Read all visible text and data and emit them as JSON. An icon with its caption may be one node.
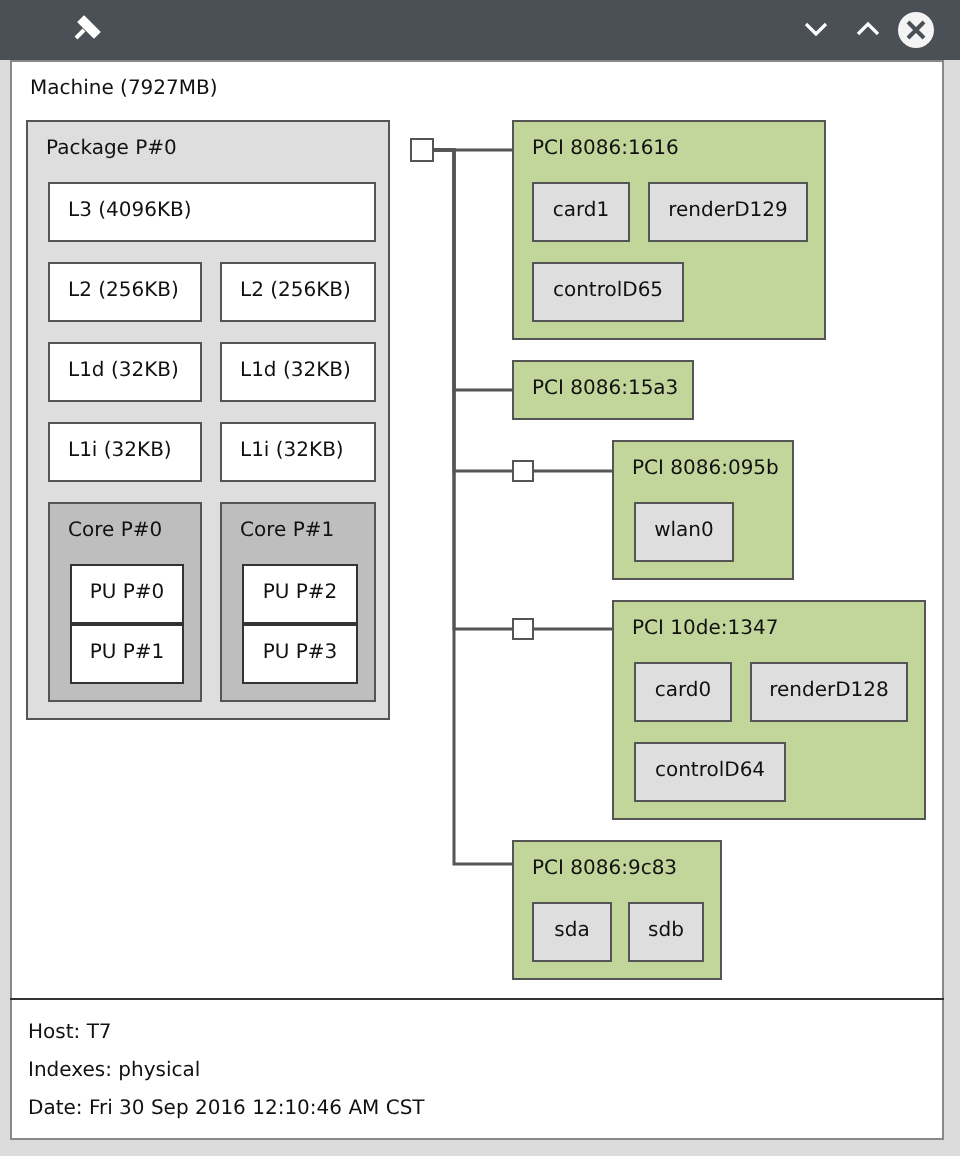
{
  "diagram": {
    "nodes": [
      {
        "text": [
          "Machine (7927MB)"
        ]
      },
      {
        "text": [
          "Package P#0"
        ],
        "in": 0
      },
      {
        "text": [
          "L3 (4096KB)"
        ],
        "in": 1
      },
      {
        "text": [
          "L2 (256KB)"
        ],
        "in": 1
      },
      {
        "text": [
          "L2 (256KB)"
        ],
        "in": 1
      },
      {
        "text": [
          "L1d (32KB)"
        ],
        "in": 1
      },
      {
        "text": [
          "L1d (32KB)"
        ],
        "in": 1
      },
      {
        "text": [
          "L1i (32KB)"
        ],
        "in": 1
      },
      {
        "text": [
          "L1i (32KB)"
        ],
        "in": 1
      },
      {
        "text": [
          "Core P#0"
        ],
        "in": 1
      },
      {
        "text": [
          "PU P#0"
        ],
        "in": 9
      },
      {
        "text": [
          "PU P#1"
        ],
        "in": 9
      },
      {
        "text": [
          "Core P#1"
        ],
        "in": 1
      },
      {
        "text": [
          "PU P#2"
        ],
        "in": 12
      },
      {
        "text": [
          "PU P#3"
        ],
        "in": 12
      },
      {
        "text": [],
        "shape": "box",
        "in": 0
      },
      {
        "text": [
          "PCI 8086:1616"
        ],
        "in": 0
      },
      {
        "text": [
          "card1"
        ],
        "in": 16
      },
      {
        "text": [
          "renderD129"
        ],
        "in": 16
      },
      {
        "text": [
          "controlD65"
        ],
        "in": 16
      },
      {
        "text": [
          "PCI 8086:15a3"
        ],
        "in": 0
      },
      {
        "text": [],
        "shape": "box",
        "in": 0
      },
      {
        "text": [
          "PCI 8086:095b"
        ],
        "in": 0
      },
      {
        "text": [
          "wlan0"
        ],
        "in": 22
      },
      {
        "text": [],
        "shape": "box",
        "in": 0
      },
      {
        "text": [
          "PCI 10de:1347"
        ],
        "in": 0
      },
      {
        "text": [
          "card0"
        ],
        "in": 25
      },
      {
        "text": [
          "renderD128"
        ],
        "in": 25
      },
      {
        "text": [
          "controlD64"
        ],
        "in": 25
      },
      {
        "text": [
          "PCI 8086:9c83"
        ],
        "in": 0
      },
      {
        "text": [
          "sda"
        ],
        "in": 29
      },
      {
        "text": [
          "sdb"
        ],
        "in": 29
      }
    ],
    "edges": [
      {
        "from": 15,
        "to": 16,
        "arrow": "none"
      },
      {
        "from": 15,
        "to": 20,
        "arrow": "none"
      },
      {
        "from": 15,
        "to": 21,
        "arrow": "none"
      },
      {
        "from": 15,
        "to": 24,
        "arrow": "none"
      },
      {
        "from": 15,
        "to": 29,
        "arrow": "none"
      },
      {
        "from": 21,
        "to": 22,
        "arrow": "none"
      },
      {
        "from": 24,
        "to": 25,
        "arrow": "none"
      }
    ],
    "labels": [
      "Host: T7",
      "Indexes: physical",
      "Date: Fri 30 Sep 2016 12:10:46 AM CST"
    ]
  }
}
